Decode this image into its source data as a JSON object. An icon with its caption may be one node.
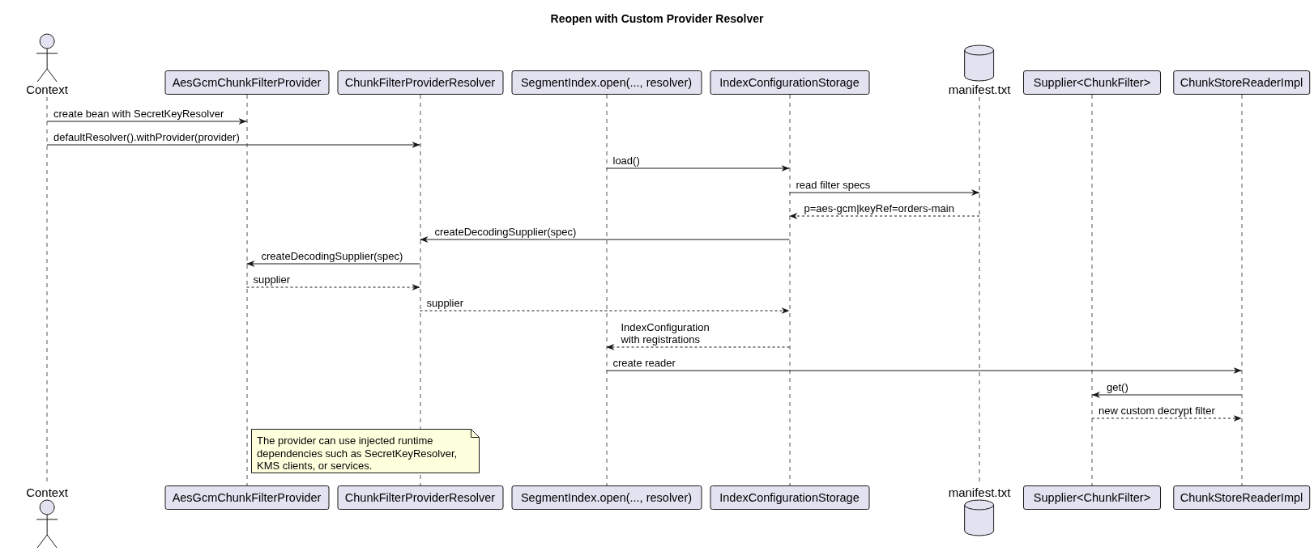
{
  "diagram": {
    "title": "Reopen with Custom Provider Resolver",
    "nodes": [
      {
        "text": [
          "Context"
        ]
      },
      {
        "text": [
          "AesGcmChunkFilterProvider"
        ]
      },
      {
        "text": [
          "ChunkFilterProviderResolver"
        ]
      },
      {
        "text": [
          "SegmentIndex.open(..., resolver)"
        ]
      },
      {
        "text": [
          "IndexConfigurationStorage"
        ]
      },
      {
        "text": [
          "manifest.txt"
        ]
      },
      {
        "text": [
          "Supplier<ChunkFilter>"
        ]
      },
      {
        "text": [
          "ChunkStoreReaderImpl"
        ]
      },
      {
        "text": [],
        "shape": "line"
      },
      {
        "text": [],
        "shape": "line"
      },
      {
        "text": [],
        "shape": "line"
      },
      {
        "text": [],
        "shape": "line"
      },
      {
        "text": [],
        "shape": "line"
      },
      {
        "text": [],
        "shape": "line"
      },
      {
        "text": [],
        "shape": "line"
      },
      {
        "text": [],
        "shape": "line"
      },
      {
        "text": [
          "The provider can use injected runtime dependencies such as SecretKeyResolver, KMS clients, or services."
        ]
      },
      {
        "text": [
          "Context"
        ]
      },
      {
        "text": [
          "AesGcmChunkFilterProvider"
        ]
      },
      {
        "text": [
          "ChunkFilterProviderResolver"
        ]
      },
      {
        "text": [
          "SegmentIndex.open(..., resolver)"
        ]
      },
      {
        "text": [
          "IndexConfigurationStorage"
        ]
      },
      {
        "text": [
          "manifest.txt"
        ]
      },
      {
        "text": [
          "Supplier<ChunkFilter>"
        ]
      },
      {
        "text": [
          "ChunkStoreReaderImpl"
        ]
      }
    ],
    "edges": [
      {
        "from": 8,
        "to": 9,
        "arrow": "to",
        "label": "create bean with SecretKeyResolver"
      },
      {
        "from": 8,
        "to": 10,
        "arrow": "to",
        "label": "defaultResolver().withProvider(provider)"
      },
      {
        "from": 11,
        "to": 12,
        "arrow": "to",
        "label": "load()"
      },
      {
        "from": 12,
        "to": 13,
        "arrow": "to",
        "label": "read filter specs"
      },
      {
        "from": 13,
        "to": 12,
        "arrow": "to",
        "label": "p=aes-gcm|keyRef=orders-main",
        "style": "dashed"
      },
      {
        "from": 12,
        "to": 10,
        "arrow": "to",
        "label": "createDecodingSupplier(spec)"
      },
      {
        "from": 10,
        "to": 9,
        "arrow": "to",
        "label": "createDecodingSupplier(spec)"
      },
      {
        "from": 9,
        "to": 10,
        "arrow": "to",
        "label": "supplier",
        "style": "dashed"
      },
      {
        "from": 10,
        "to": 12,
        "arrow": "to",
        "label": "supplier",
        "style": "dashed"
      },
      {
        "from": 12,
        "to": 11,
        "arrow": "to",
        "label": "IndexConfiguration with registrations",
        "style": "dashed"
      },
      {
        "from": 11,
        "to": 15,
        "arrow": "to",
        "label": "create reader"
      },
      {
        "from": 15,
        "to": 14,
        "arrow": "to",
        "label": "get()"
      },
      {
        "from": 14,
        "to": 15,
        "arrow": "to",
        "label": "new custom decrypt filter",
        "style": "dashed"
      }
    ]
  }
}
